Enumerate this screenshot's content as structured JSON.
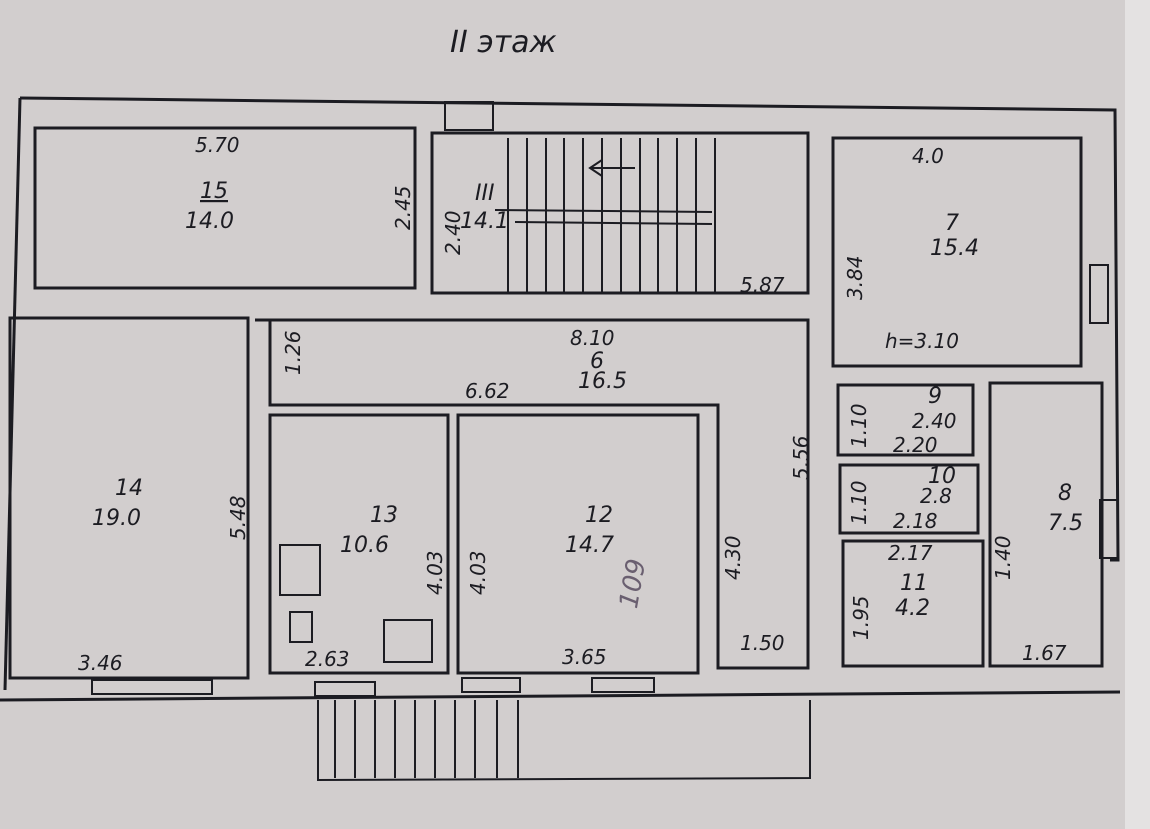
{
  "title": "II этаж",
  "rooms": {
    "r15": {
      "number": "15",
      "area": "14.0",
      "dims": [
        "5.70",
        "2.45"
      ]
    },
    "stair": {
      "number": "III",
      "area": "14.1",
      "dims": [
        "2.40",
        "5.87"
      ]
    },
    "r7": {
      "number": "7",
      "area": "15.4",
      "dims": [
        "4.0",
        "3.84"
      ],
      "height": "h=3.10"
    },
    "r6": {
      "number": "6",
      "area": "16.5",
      "dims": [
        "8.10",
        "6.62",
        "1.26",
        "5.56",
        "4.30",
        "1.50"
      ]
    },
    "r14": {
      "number": "14",
      "area": "19.0",
      "dims": [
        "5.48",
        "3.46"
      ]
    },
    "r13": {
      "number": "13",
      "area": "10.6",
      "dims": [
        "4.03",
        "2.63"
      ]
    },
    "r12": {
      "number": "12",
      "area": "14.7",
      "dims": [
        "4.03",
        "3.65"
      ],
      "note": "109"
    },
    "r9": {
      "number": "9",
      "area": "2.40",
      "dims": [
        "1.10",
        "2.20"
      ]
    },
    "r10": {
      "number": "10",
      "area": "2.8",
      "dims": [
        "1.10",
        "2.18"
      ]
    },
    "r11": {
      "number": "11",
      "area": "4.2",
      "dims": [
        "2.17",
        "1.95"
      ]
    },
    "r8": {
      "number": "8",
      "area": "7.5",
      "dims": [
        "1.40",
        "1.67"
      ]
    }
  }
}
